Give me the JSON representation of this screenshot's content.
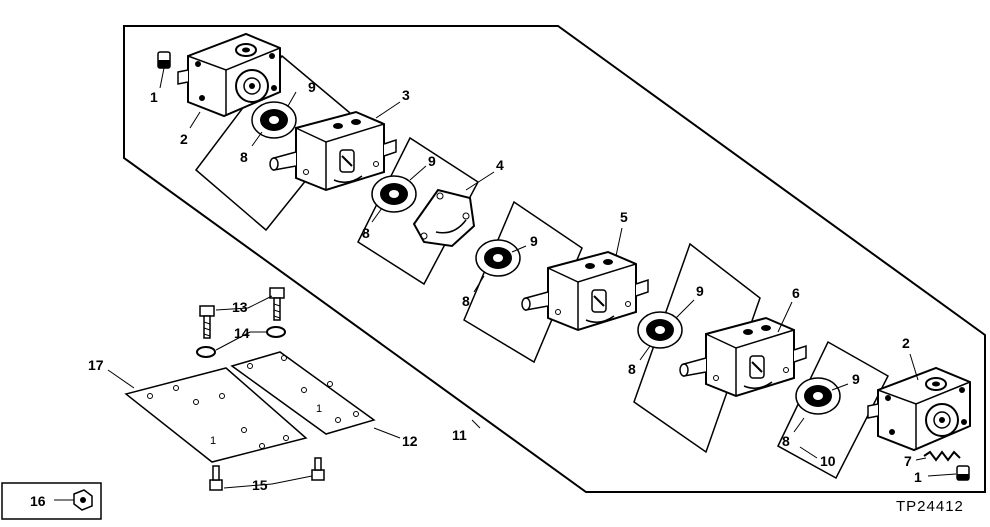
{
  "figure": {
    "reference_code": "TP24412",
    "callouts": {
      "c1a": "1",
      "c1b": "1",
      "c2a": "2",
      "c2b": "2",
      "c3": "3",
      "c4": "4",
      "c5": "5",
      "c6": "6",
      "c7": "7",
      "c8a": "8",
      "c8b": "8",
      "c8c": "8",
      "c8d": "8",
      "c8e": "8",
      "c9a": "9",
      "c9b": "9",
      "c9c": "9",
      "c9d": "9",
      "c9e": "9",
      "c10": "10",
      "c11": "11",
      "c12": "12",
      "c13": "13",
      "c14": "14",
      "c15": "15",
      "c16": "16",
      "c17": "17"
    },
    "plate_marks": {
      "m1": "1",
      "m2": "1"
    }
  }
}
